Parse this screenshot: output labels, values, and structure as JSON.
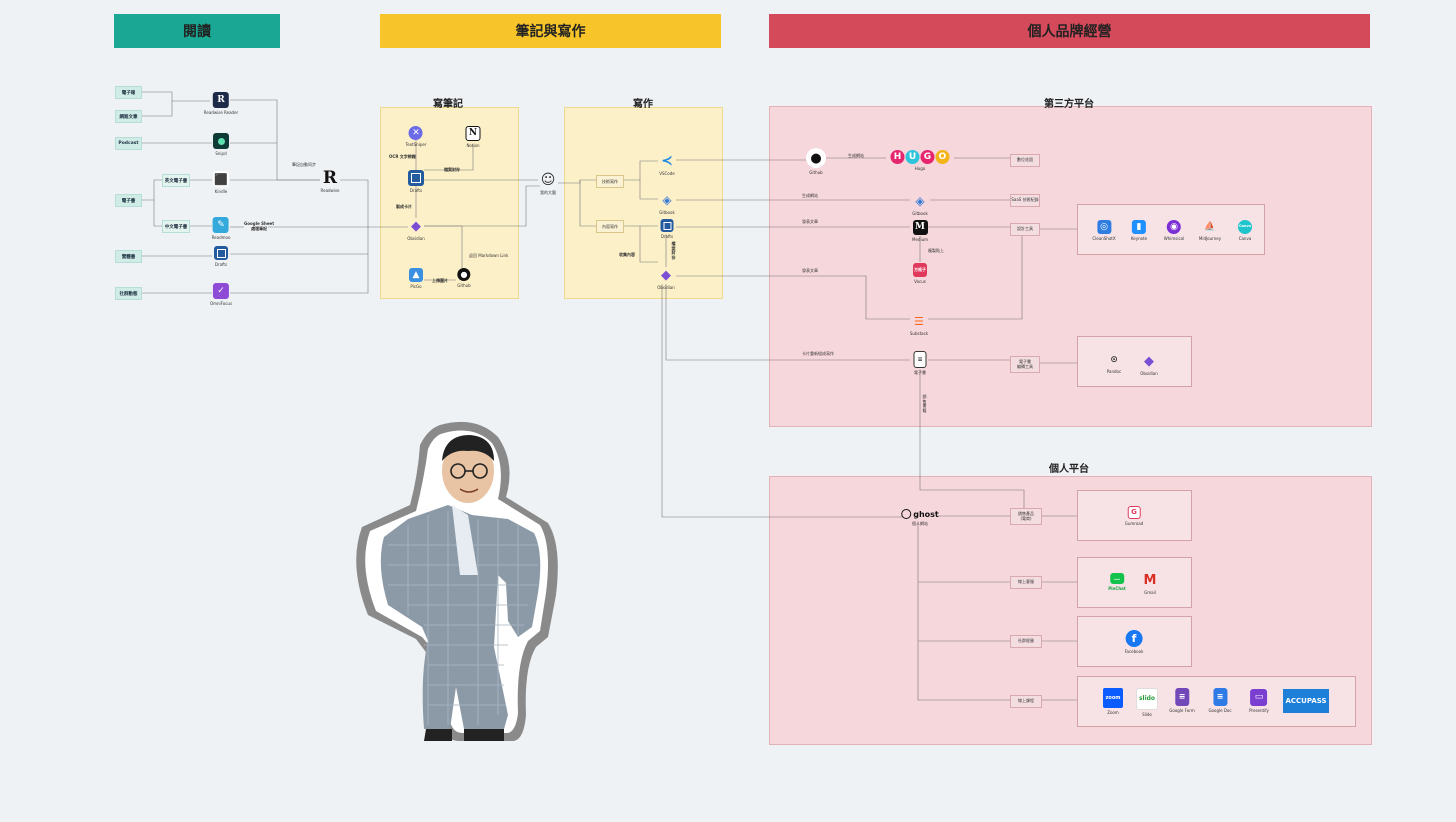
{
  "headers": {
    "reading": "閱讀",
    "notes_writing": "筆記與寫作",
    "branding": "個人品牌經營"
  },
  "section_titles": {
    "note_taking": "寫筆記",
    "writing": "寫作",
    "third_party": "第三方平台",
    "personal": "個人平台"
  },
  "sources": {
    "newsletter": "電子報",
    "web_article": "網路文章",
    "podcast": "Podcast",
    "ebook": "電子書",
    "paper_book": "實體書",
    "community": "社群動態"
  },
  "ebook_types": {
    "english": "英文電子書",
    "chinese": "中文電子書"
  },
  "reading_tools": {
    "readwise_reader": "Readwise Reader",
    "snipd": "Snipd",
    "kindle": "Kindle",
    "readmoo": "Readmoo",
    "drafts": "Drafts",
    "omnifocus": "OmniFocus",
    "readwise": "Readwise"
  },
  "reading_edges": {
    "auto_sync": "筆記自動同步",
    "google_sheet": "Google Sheet",
    "sheet_note": "處理筆記"
  },
  "notes_tools": {
    "textsniper": "TextSniper",
    "notion": "Notion",
    "drafts": "Drafts",
    "obsidian": "Obsidian",
    "picgo": "PicGo",
    "github": "Github"
  },
  "notes_edges": {
    "ocr": "OCR 文字辨識",
    "archive": "檔案封存",
    "make_cards": "製成卡片",
    "markdown_link": "返回 Markdown Link",
    "upload_image": "上傳圖片"
  },
  "brain": "我的大腦",
  "writing_steps": {
    "tech_writing": "技術寫作",
    "content_writing": "內容寫作"
  },
  "writing_tools": {
    "vscode": "VSCode",
    "gitbook": "Gitbook",
    "drafts": "Drafts",
    "obsidian": "Obsidian"
  },
  "writing_edges": {
    "collect_content": "收集內容",
    "archive": "檔案封存"
  },
  "third_party": {
    "github": "Github",
    "hugo_logo": [
      "H",
      "U",
      "G",
      "O"
    ],
    "hugo": "Hugo",
    "gitbook": "Gitbook",
    "medium": "Medium",
    "vocus": "Vocus",
    "vocus_icon": "方格子",
    "substack": "Substack",
    "ebook": "電子書",
    "tags": {
      "digital_garden": "數位花園",
      "saas_log": "SaaS 技術紀錄",
      "design_tool": "設計工具",
      "ebook_tool": "電子書",
      "ebook_tool2": "編輯工具"
    },
    "edges": {
      "gen_site": "生成網站",
      "gen_site2": "生成網站",
      "publish": "發表文章",
      "publish2": "發表文章",
      "publish_vocus": "複製貼上",
      "card_to_book": "卡片重新組成寫作"
    },
    "design_tools": [
      "CleanShotX",
      "Keynote",
      "Whimsical",
      "MidJourney",
      "Canva"
    ],
    "canva_icon": "Canva",
    "ebook_tools": [
      "Pandoc",
      "Obsidian"
    ]
  },
  "ebook_sales": "銷售書籍",
  "personal": {
    "ghost_logo": "ghost",
    "ghost": "個人網站",
    "tags": {
      "digital_product": "銷售產品",
      "digital_product2": "(電商)",
      "online_consult": "線上客服",
      "community_ops": "社群經營",
      "online_course": "線上課程"
    },
    "gumroad": "Gumroad",
    "pinchat": "PinChat",
    "gmail": "Gmail",
    "facebook": "Facebook",
    "course_tools": [
      "Zoom",
      "Slido",
      "Google Form",
      "Google Doc",
      "Presentify"
    ],
    "zoom_icon": "zoom",
    "slido_icon": "slido",
    "accupass": "ACCUPASS"
  },
  "colors": {
    "reading": "#1aa894",
    "notes": "#f7c52a",
    "branding": "#d44a5a",
    "yellow_panel": "#fcf0c8",
    "pink_panel": "#f6d7dc"
  }
}
